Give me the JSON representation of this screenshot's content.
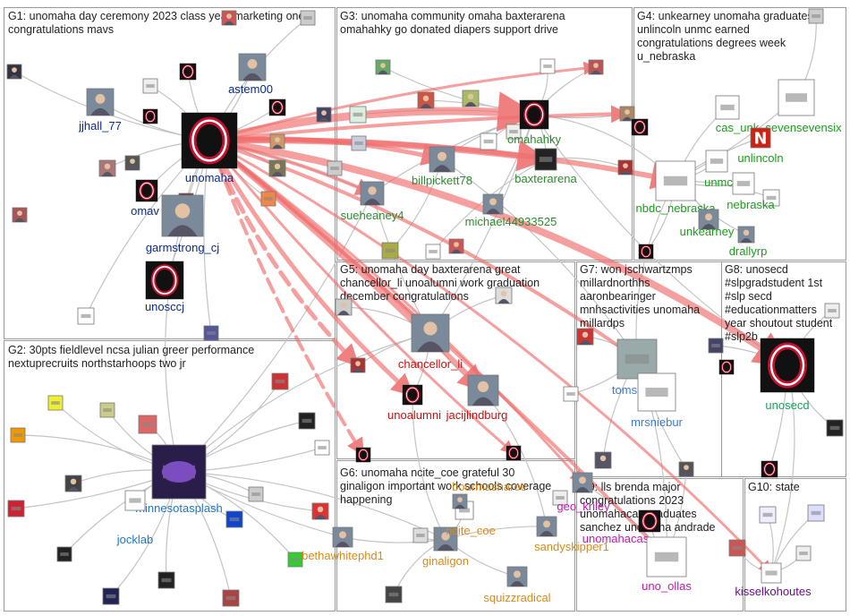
{
  "groups": [
    {
      "id": "G1",
      "lines": [
        "G1: unomaha day ceremony 2023 class year marketing one",
        "congratulations mavs"
      ]
    },
    {
      "id": "G2",
      "lines": [
        "G2: 30pts fieldlevel ncsa julian greer performance",
        "nextuprecruits northstarhoops two jr"
      ]
    },
    {
      "id": "G3",
      "lines": [
        "G3: unomaha community omaha baxterarena",
        "omahahky go donated diapers support drive"
      ]
    },
    {
      "id": "G4",
      "lines": [
        "G4: unkearney unomaha graduates",
        "unlincoln unmc earned",
        "congratulations degrees week",
        "u_nebraska"
      ]
    },
    {
      "id": "G5",
      "lines": [
        "G5: unomaha day baxterarena great",
        "chancellor_li unoalumni work graduation",
        "december congratulations"
      ]
    },
    {
      "id": "G6",
      "lines": [
        "G6: unomaha ncite_coe grateful 30",
        "ginaligon important work schools coverage",
        "happening"
      ]
    },
    {
      "id": "G7",
      "lines": [
        "G7: won jschwartzmps",
        "millardnorthhs",
        "aaronbearinger",
        "mnhsactivities unomaha",
        "millardps"
      ]
    },
    {
      "id": "G8",
      "lines": [
        "G8: unosecd",
        "#slpgradstudent 1st",
        "#slp secd",
        "#educationmatters",
        "year shoutout student",
        "#slp2b"
      ]
    },
    {
      "id": "G9",
      "lines": [
        "G9: lls brenda major",
        "congratulations 2023",
        "unomahacas graduates",
        "sanchez unomaha andrade"
      ]
    },
    {
      "id": "G10",
      "lines": [
        "G10: state"
      ]
    }
  ],
  "nodes": [
    {
      "id": "unomaha",
      "label": "unomaha",
      "color": "#0b2a8a",
      "icon": "uno-o-logo"
    },
    {
      "id": "astem00",
      "label": "astem00",
      "color": "#0b2a8a",
      "icon": "person-photo"
    },
    {
      "id": "jjhall_77",
      "label": "jjhall_77",
      "color": "#0b2a8a",
      "icon": "person-photo"
    },
    {
      "id": "omav",
      "label": "omav",
      "color": "#0b2a8a",
      "icon": "uno-o-logo"
    },
    {
      "id": "garmstrong_cj",
      "label": "garmstrong_cj",
      "color": "#0b2a8a",
      "icon": "person-photo"
    },
    {
      "id": "unosccj",
      "label": "unosccj",
      "color": "#0b2a8a",
      "icon": "uno-o-logo"
    },
    {
      "id": "minnesotasplash",
      "label": "minnesotasplash",
      "color": "#1e78c8",
      "icon": "team-logo"
    },
    {
      "id": "jocklab",
      "label": "jocklab",
      "color": "#1e78c8",
      "icon": "brand-logo"
    },
    {
      "id": "omahahky",
      "label": "omahahky",
      "color": "#2e8b2e",
      "icon": "uno-o-logo"
    },
    {
      "id": "billpickett78",
      "label": "billpickett78",
      "color": "#2e8b2e",
      "icon": "person-photo"
    },
    {
      "id": "baxterarena",
      "label": "baxterarena",
      "color": "#2e8b2e",
      "icon": "arena-logo"
    },
    {
      "id": "sueheaney4",
      "label": "sueheaney4",
      "color": "#2e8b2e",
      "icon": "person-photo"
    },
    {
      "id": "michael44933525",
      "label": "michael44933525",
      "color": "#2e8b2e",
      "icon": "person-photo"
    },
    {
      "id": "cas_unk",
      "label": "cas_unk",
      "color": "#1b9e1b",
      "icon": "college-logo"
    },
    {
      "id": "sevensevensix",
      "label": "sevensevensix",
      "color": "#1b9e1b",
      "icon": "brand-logo"
    },
    {
      "id": "unlincoln",
      "label": "unlincoln",
      "color": "#1b9e1b",
      "icon": "n-logo"
    },
    {
      "id": "unmc",
      "label": "unmc",
      "color": "#1b9e1b",
      "icon": "college-logo"
    },
    {
      "id": "nbdc_nebraska",
      "label": "nbdc_nebraska",
      "color": "#1b9e1b",
      "icon": "brand-logo"
    },
    {
      "id": "nebraska",
      "label": "nebraska",
      "color": "#1b9e1b",
      "icon": "seal-logo"
    },
    {
      "id": "unkearney",
      "label": "unkearney",
      "color": "#1b9e1b",
      "icon": "person-photo"
    },
    {
      "id": "drallyrp",
      "label": "drallyrp",
      "color": "#1b9e1b",
      "icon": "person-photo"
    },
    {
      "id": "chancellor_li",
      "label": "chancellor_li",
      "color": "#cc1111",
      "icon": "person-photo"
    },
    {
      "id": "unoalumni",
      "label": "unoalumni",
      "color": "#cc1111",
      "icon": "uno-o-logo"
    },
    {
      "id": "jacijlindburg",
      "label": "jacijlindburg",
      "color": "#cc1111",
      "icon": "person-photo"
    },
    {
      "id": "bethawhitephd1",
      "label": "bethawhitephd1",
      "color": "#d98a1a",
      "icon": "person-photo"
    },
    {
      "id": "ginaligon",
      "label": "ginaligon",
      "color": "#d98a1a",
      "icon": "person-photo"
    },
    {
      "id": "squizzradical",
      "label": "squizzradical",
      "color": "#d98a1a",
      "icon": "person-photo"
    },
    {
      "id": "sandyskipper1",
      "label": "sandyskipper1",
      "color": "#d98a1a",
      "icon": "person-photo"
    },
    {
      "id": "ncite_coe",
      "label": "ncite_coe",
      "color": "#d98a1a",
      "icon": "brand-logo"
    },
    {
      "id": "toms",
      "label": "toms",
      "color": "#3b7bd0",
      "icon": "photo"
    },
    {
      "id": "mrsniebur",
      "label": "mrsniebur",
      "color": "#3b7bd0",
      "icon": "brand-logo"
    },
    {
      "id": "unosecd",
      "label": "unosecd",
      "color": "#1aa35a",
      "icon": "uno-o-logo"
    },
    {
      "id": "geo_kriley",
      "label": "geo_kriley",
      "color": "#c21ab0",
      "icon": "person-photo"
    },
    {
      "id": "unomahacas",
      "label": "unomahacas",
      "color": "#c21ab0",
      "icon": "uno-o-logo"
    },
    {
      "id": "uno_ollas",
      "label": "uno_ollas",
      "color": "#c21ab0",
      "icon": "brand-logo"
    },
    {
      "id": "kisselkohoutes",
      "label": "kisselkohoutes",
      "color": "#6a0f8a",
      "icon": "school-logo"
    },
    {
      "id": "bourmasharoe",
      "label": "bourmasharoe",
      "color": "#d98a1a",
      "icon": "person-photo"
    }
  ]
}
